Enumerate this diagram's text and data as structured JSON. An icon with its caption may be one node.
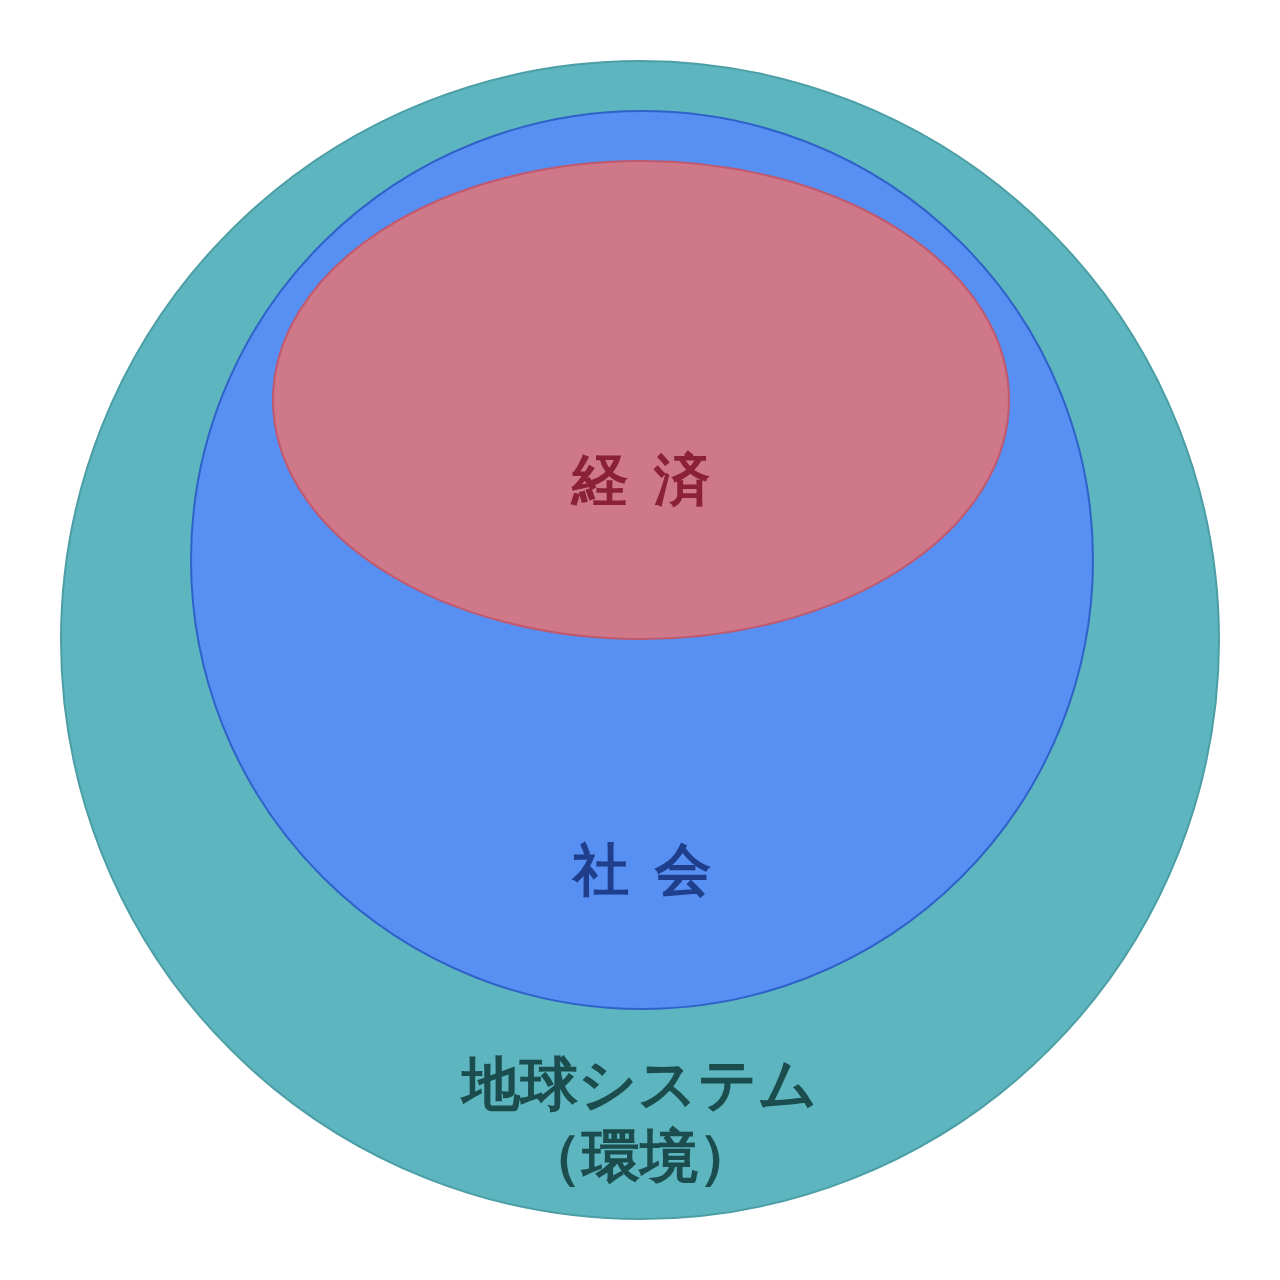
{
  "diagram": {
    "nodes": [
      {
        "text": [
          "地球システム（環境）"
        ]
      },
      {
        "text": [
          "社会"
        ],
        "in": 0
      },
      {
        "text": [
          "経済"
        ],
        "in": 1
      }
    ]
  }
}
